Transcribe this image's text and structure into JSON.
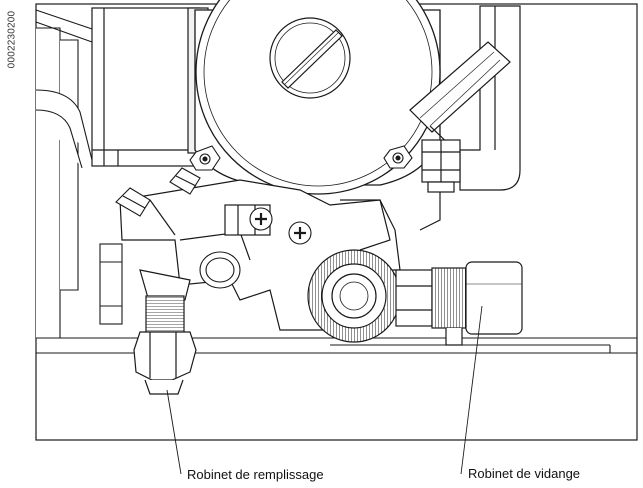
{
  "figure": {
    "document_reference": "0002230200",
    "callouts": [
      {
        "id": "fill",
        "label": "Robinet de remplissage"
      },
      {
        "id": "drain",
        "label": "Robinet de vidange"
      }
    ]
  },
  "colors": {
    "line": "#1a1a1a",
    "background": "#ffffff",
    "shade": "#e6e6e6"
  }
}
